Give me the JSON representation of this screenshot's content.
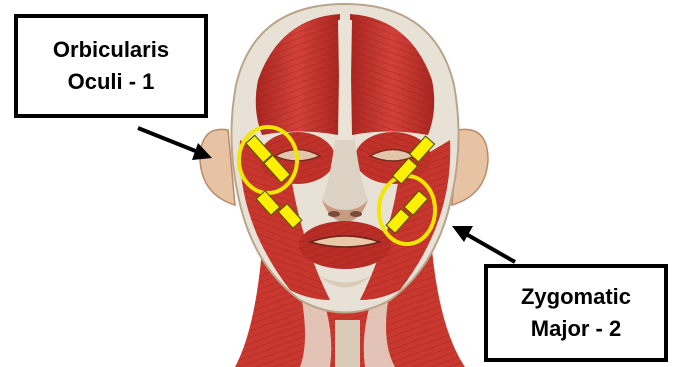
{
  "labels": {
    "orbicularis": {
      "line1": "Orbicularis",
      "line2": "Oculi - 1"
    },
    "zygomatic": {
      "line1": "Zygomatic",
      "line2": "Major - 2"
    }
  },
  "colors": {
    "muscle": "#c8342c",
    "muscle_dark": "#8e1e1a",
    "skin": "#e8c9ab",
    "tendon": "#ece7dc",
    "electrode_fill": "#ffef00",
    "electrode_ring": "#f0e600",
    "arrow": "#000000",
    "box_border": "#000000"
  },
  "icons": {
    "arrow_left": "arrow-pointing-to-orbicularis-oculi",
    "arrow_right": "arrow-pointing-to-zygomatic-major"
  }
}
